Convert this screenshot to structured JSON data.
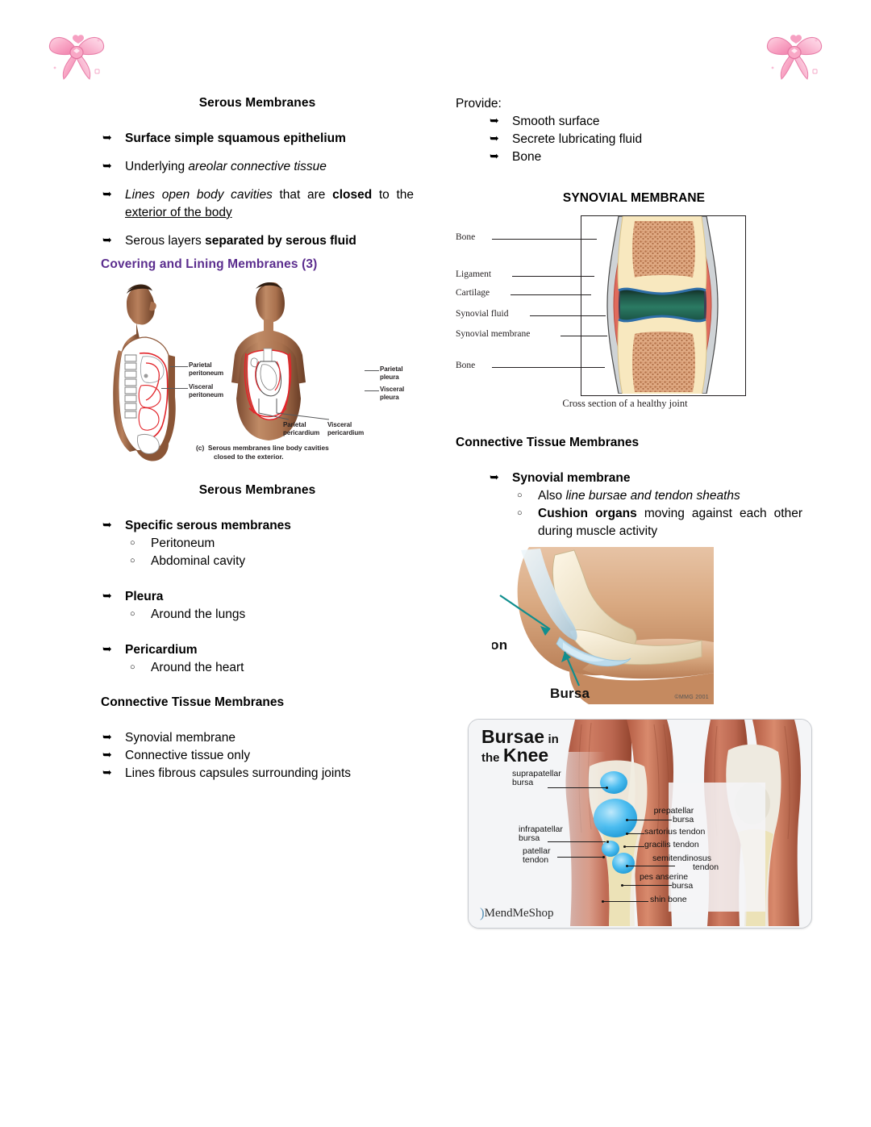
{
  "decor": {
    "bow_left": "pink-bow-icon",
    "bow_right": "pink-bow-icon"
  },
  "left_column": {
    "heading_1": "Serous Membranes",
    "bullets_1": [
      {
        "id": "surface-epithelium",
        "html": "<b>Surface simple squamous epithelium</b>"
      },
      {
        "id": "areolar",
        "html": "Underlying <i>areolar connective tissue</i>"
      },
      {
        "id": "lines-open-cavities",
        "html": "<i>Lines open body cavities</i> that are <b>closed</b> to the <u>exterior of the body</u>"
      },
      {
        "id": "serous-layers",
        "html": "Serous layers <b>separated by serous fluid</b>"
      }
    ],
    "purple_heading": "Covering and Lining Membranes (3)",
    "figure_serous": {
      "name": "serous-membranes-figure",
      "labels": [
        "Parietal peritoneum",
        "Visceral peritoneum",
        "Parietal pleura",
        "Visceral pleura",
        "Parietal pericardium",
        "Visceral pericardium"
      ],
      "caption": "(c) Serous membranes line body cavities closed to the exterior."
    },
    "heading_2": "Serous Membranes",
    "groups": [
      {
        "id": "specific-serous-membranes",
        "label": "Specific serous membranes",
        "bold": true,
        "sub": [
          "Peritoneum",
          "Abdominal cavity"
        ]
      },
      {
        "id": "pleura",
        "label": "Pleura",
        "bold": true,
        "sub": [
          "Around the lungs"
        ]
      },
      {
        "id": "pericardium",
        "label": "Pericardium",
        "bold": true,
        "sub": [
          "Around the heart"
        ]
      }
    ],
    "heading_3": "Connective Tissue Membranes",
    "bullets_2": [
      {
        "id": "synovial-membrane",
        "html": "Synovial membrane"
      },
      {
        "id": "connective-tissue-only",
        "html": "Connective tissue only"
      },
      {
        "id": "lines-fibrous-capsules",
        "html": "Lines fibrous capsules surrounding joints"
      }
    ]
  },
  "right_column": {
    "provide_label": "Provide:",
    "provide_items": [
      "Smooth surface",
      "Secrete lubricating fluid",
      "Bone"
    ],
    "synovial_heading": "SYNOVIAL MEMBRANE",
    "figure_joint": {
      "name": "synovial-joint-cross-section",
      "labels": [
        "Bone",
        "Ligament",
        "Cartilage",
        "Synovial fluid",
        "Synovial membrane",
        "Bone"
      ],
      "caption": "Cross section of a healthy joint"
    },
    "ct_heading": "Connective Tissue Membranes",
    "ct_bullet": "Synovial membrane",
    "ct_sub": [
      {
        "id": "line-bursae",
        "html": "Also <i>line bursae and tendon sheaths</i>"
      },
      {
        "id": "cushion-organs",
        "html": "<b>Cushion organs</b> moving against each other during muscle activity"
      }
    ],
    "figure_elbow": {
      "name": "elbow-bursa-figure",
      "label_tendon": "Tendon",
      "label_bursa": "Bursa",
      "copyright": "©MMG 2001"
    },
    "figure_knee": {
      "name": "knee-bursae-figure",
      "title_line1_big": "Bursae",
      "title_line1_small": "in",
      "title_line2_small": "the",
      "title_line2_big": "Knee",
      "brand": "MendMeShop",
      "labels_left": [
        "suprapatellar\nbursa",
        "infrapatellar\nbursa",
        "patellar\ntendon"
      ],
      "labels_right": [
        "prepatellar\nbursa",
        "sartorius tendon",
        "gracilis tendon",
        "semitendinosus\ntendon",
        "pes anserine\nbursa",
        "shin bone"
      ]
    }
  },
  "colors": {
    "purple_heading": "#5b2d8e",
    "bow_pink": "#f48fb6",
    "bursa_blue": "#35b6ef",
    "muscle_red": "#c0705c",
    "bone_cream": "#f6e8c3",
    "synovial_green": "#1f5f4e"
  }
}
